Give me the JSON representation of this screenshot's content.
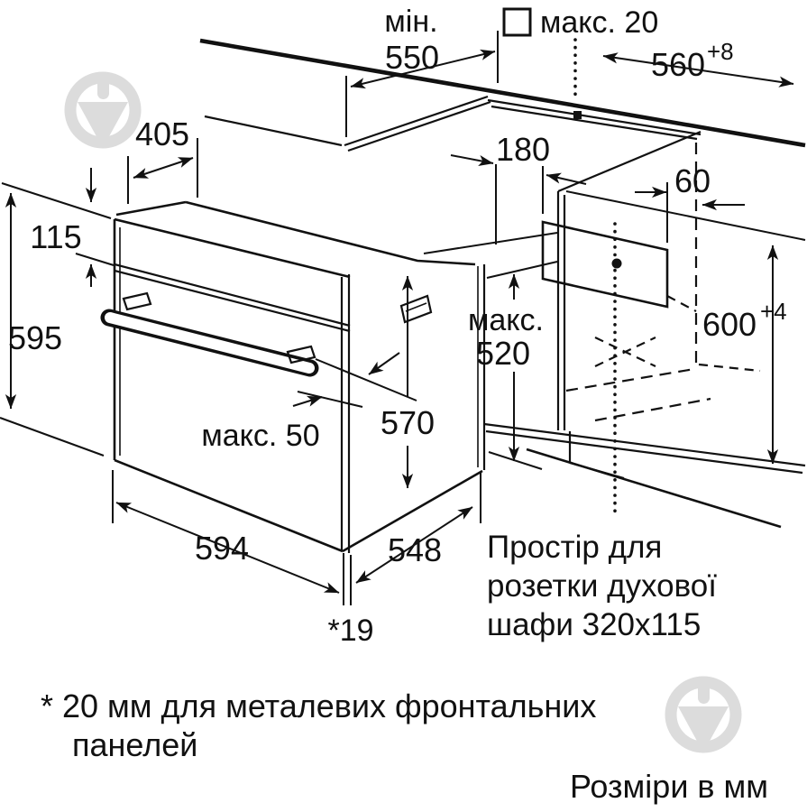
{
  "diagram_title": "Built-in oven installation diagram",
  "colors": {
    "line": "#111111",
    "watermark": "#dcdcdc",
    "background": "#ffffff"
  },
  "dims": {
    "min_depth_prefix": "мін.",
    "min_depth_value": "550",
    "max_gap": "макс. 20",
    "niche_width_value": "560",
    "niche_width_tol": "+8",
    "top_depth": "405",
    "front_panel_height": "115",
    "oven_front_height": "595",
    "socket_front_offset": "180",
    "socket_side_offset": "60",
    "niche_height_value": "600",
    "niche_height_tol": "+4",
    "inner_clearance_prefix": "макс.",
    "inner_clearance_value": "520",
    "oven_body_height": "570",
    "handle_clearance": "макс. 50",
    "oven_width": "594",
    "oven_body_depth": "548",
    "front_gap": "*19"
  },
  "notes": {
    "socket_line1": "Простір для",
    "socket_line2": "розетки духової",
    "socket_line3": "шафи 320x115",
    "footnote_line1": "* 20 мм для металевих фронтальних",
    "footnote_line2": "панелей",
    "units": "Розміри в мм"
  }
}
